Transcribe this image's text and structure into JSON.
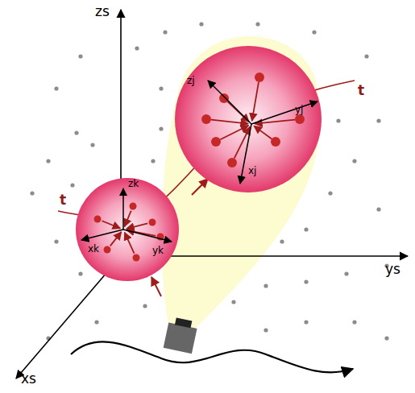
{
  "diagram": {
    "nodes": [
      {
        "text": [
          "zk",
          "xk",
          "yk"
        ]
      },
      {
        "text": [
          "zj",
          "yj",
          "xj"
        ]
      }
    ],
    "labels": [
      "zs",
      "ys",
      "xs",
      "t",
      "t"
    ]
  }
}
